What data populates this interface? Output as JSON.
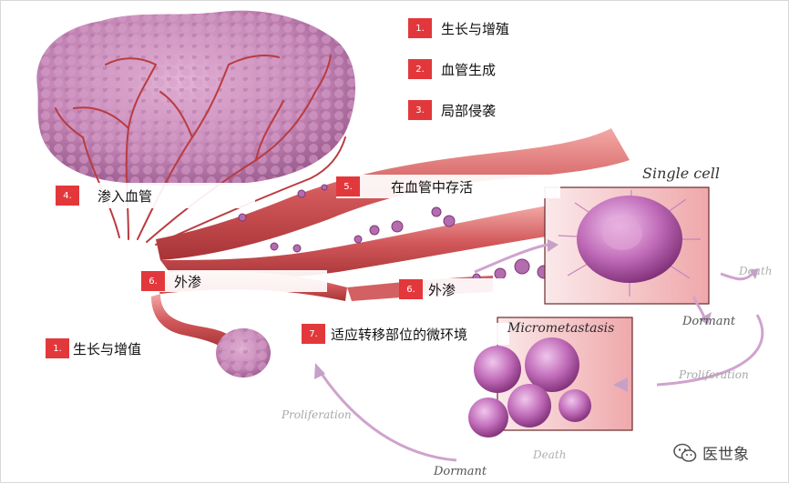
{
  "steps": [
    {
      "num": "1.",
      "text": "生长与增殖"
    },
    {
      "num": "2.",
      "text": "血管生成"
    },
    {
      "num": "3.",
      "text": "局部侵袭"
    },
    {
      "num": "4.",
      "text": "渗入血管"
    },
    {
      "num": "5.",
      "text": "在血管中存活"
    },
    {
      "num": "6.",
      "text": "外渗"
    },
    {
      "num": "6.",
      "text": "外渗"
    },
    {
      "num": "7.",
      "text": "适应转移部位的微环境"
    },
    {
      "num": "1.",
      "text": "生长与增值"
    }
  ],
  "figure_labels": {
    "single_cell": "Single cell",
    "micrometastasis": "Micrometastasis",
    "dormant_right": "Dormant",
    "dormant_bottom": "Dormant",
    "death_right": "Death",
    "death_bottom": "Death",
    "proliferation_right": "Proliferation",
    "proliferation_left": "Proliferation"
  },
  "watermark": {
    "icon": "wechat-icon",
    "text": "医世象"
  },
  "colors": {
    "badge": "#e2383c",
    "vessel": "#c8484c",
    "tumor": "#b77aa6",
    "cell": "#b45fa9",
    "arrow": "#c99cc6"
  }
}
